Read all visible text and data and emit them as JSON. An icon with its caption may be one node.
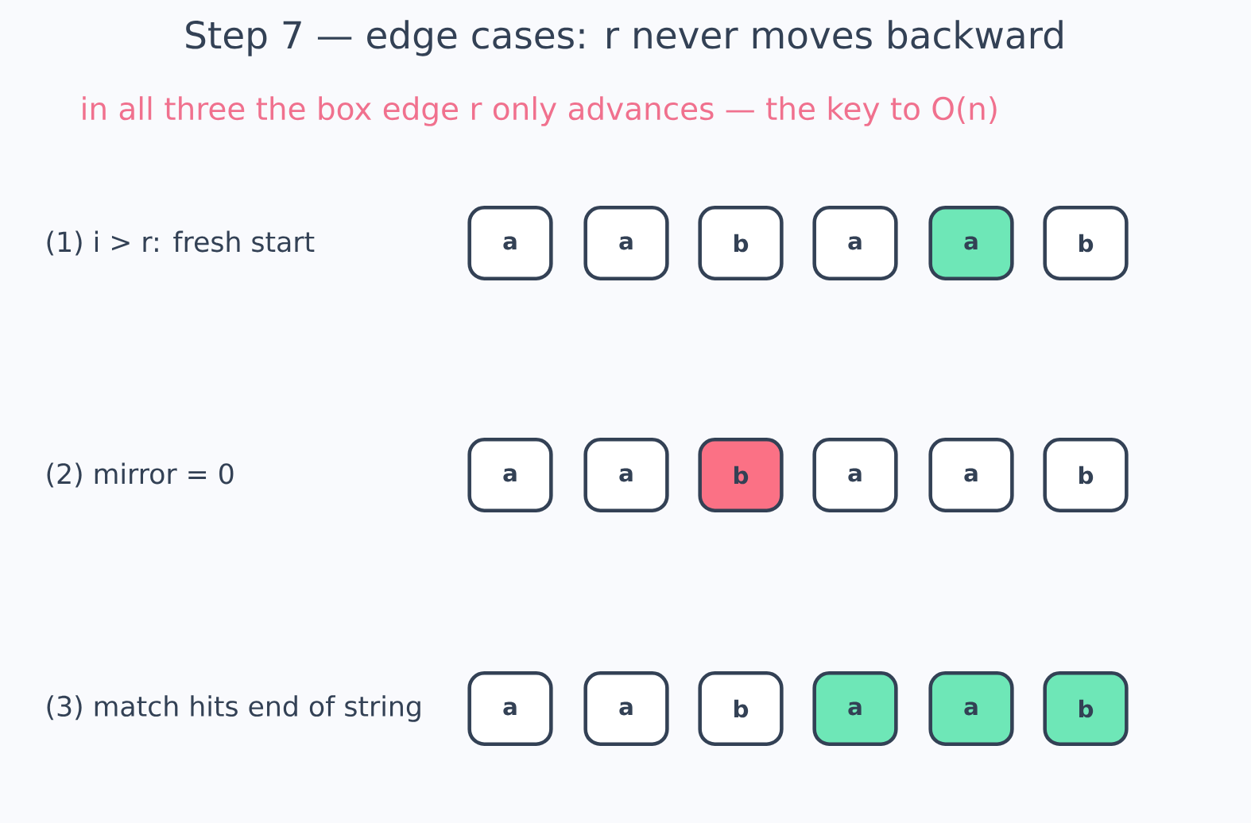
{
  "diagram": {
    "title": "Step 7 — edge cases: r never moves backward",
    "nodes": [
      {
        "text": [
          "a"
        ]
      },
      {
        "text": [
          "a"
        ]
      },
      {
        "text": [
          "b"
        ]
      },
      {
        "text": [
          "a"
        ]
      },
      {
        "text": [
          "a"
        ]
      },
      {
        "text": [
          "b"
        ]
      },
      {
        "text": [
          "a"
        ]
      },
      {
        "text": [
          "a"
        ]
      },
      {
        "text": [
          "b"
        ]
      },
      {
        "text": [
          "a"
        ]
      },
      {
        "text": [
          "a"
        ]
      },
      {
        "text": [
          "b"
        ]
      },
      {
        "text": [
          "a"
        ]
      },
      {
        "text": [
          "a"
        ]
      },
      {
        "text": [
          "b"
        ]
      },
      {
        "text": [
          "a"
        ]
      },
      {
        "text": [
          "a"
        ]
      },
      {
        "text": [
          "b"
        ]
      }
    ],
    "labels": [
      "in all three the box edge r only advances — the key to O(n)",
      "(1) i > r: fresh start",
      "(2) mirror = 0",
      "(3) match hits end of string"
    ]
  }
}
